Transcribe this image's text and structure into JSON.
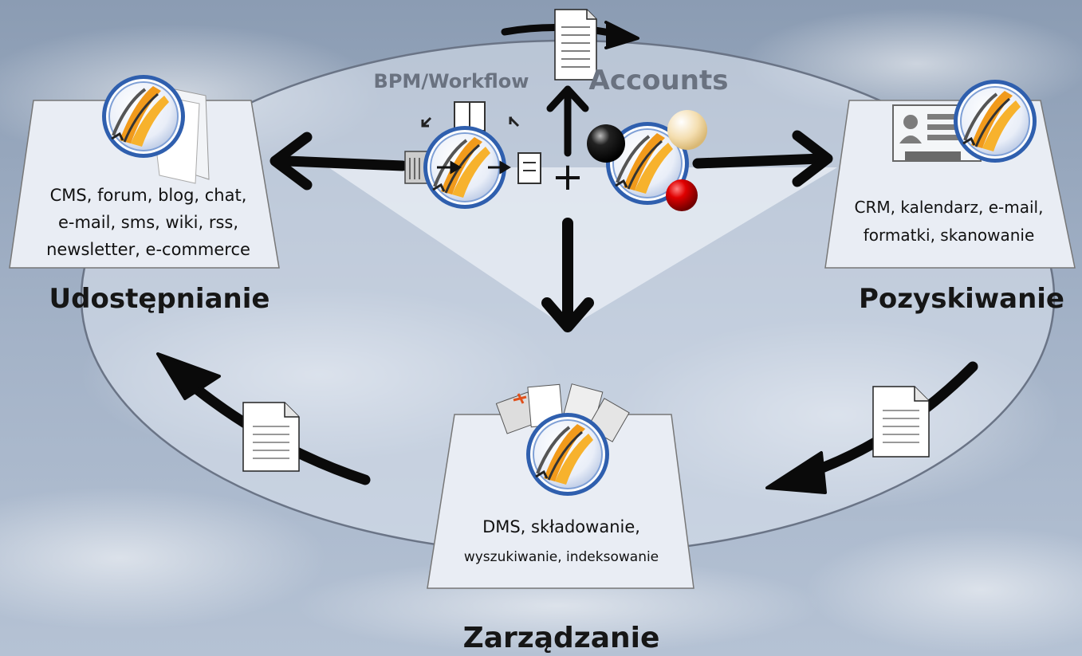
{
  "top": {
    "bpm_label": "BPM/Workflow",
    "accounts_label": "Accounts",
    "plus_sign": "+"
  },
  "sharing": {
    "title": "Udostępnianie",
    "lines": [
      "CMS, forum, blog, chat,",
      "e-mail, sms, wiki, rss,",
      "newsletter, e-commerce"
    ]
  },
  "acquisition": {
    "title": "Pozyskiwanie",
    "lines": [
      "CRM, kalendarz, e-mail,",
      "formatki, skanowanie"
    ]
  },
  "management": {
    "title": "Zarządzanie",
    "lines": [
      "DMS, składowanie,",
      "wyszukiwanie, indeksowanie"
    ]
  },
  "colors": {
    "sky_top": "#8a9bb1",
    "sky_bottom": "#b6c3d6",
    "ellipse_fill": "#dde4ef",
    "box_fill": "#e8ecf3",
    "arrow": "#0a0a0a",
    "logo_orange": "#f19a1b",
    "logo_blue_ring": "#3d6fbf",
    "text_gray": "#6a7280"
  },
  "icons": [
    "document-icon",
    "app-logo-icon",
    "contact-card-icon",
    "workflow-icon",
    "ball-icon"
  ]
}
